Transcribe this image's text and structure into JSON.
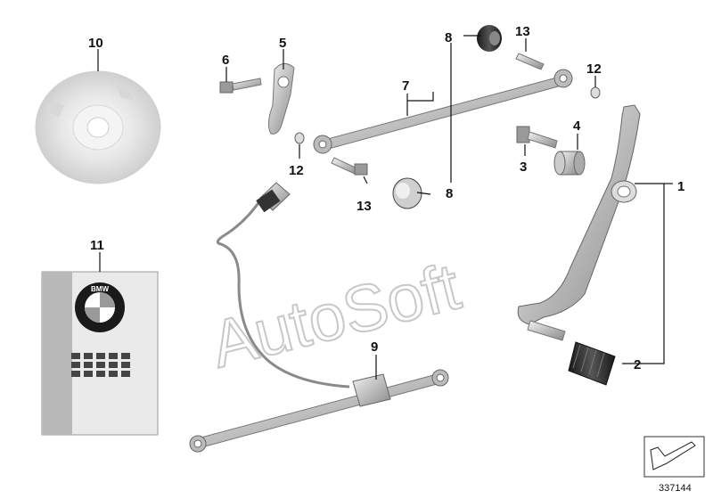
{
  "callouts": {
    "c1": "1",
    "c2": "2",
    "c3": "3",
    "c4": "4",
    "c5": "5",
    "c6": "6",
    "c7": "7",
    "c8a": "8",
    "c8b": "8",
    "c9": "9",
    "c10": "10",
    "c11": "11",
    "c12a": "12",
    "c12b": "12",
    "c13a": "13",
    "c13b": "13"
  },
  "watermark": "AutoSoft",
  "doc_number": "337144",
  "brand_badge_letters": "BMW",
  "icons": [
    "cd-disc-icon",
    "bmw-booklet-icon",
    "navigation-arrow-icon"
  ]
}
